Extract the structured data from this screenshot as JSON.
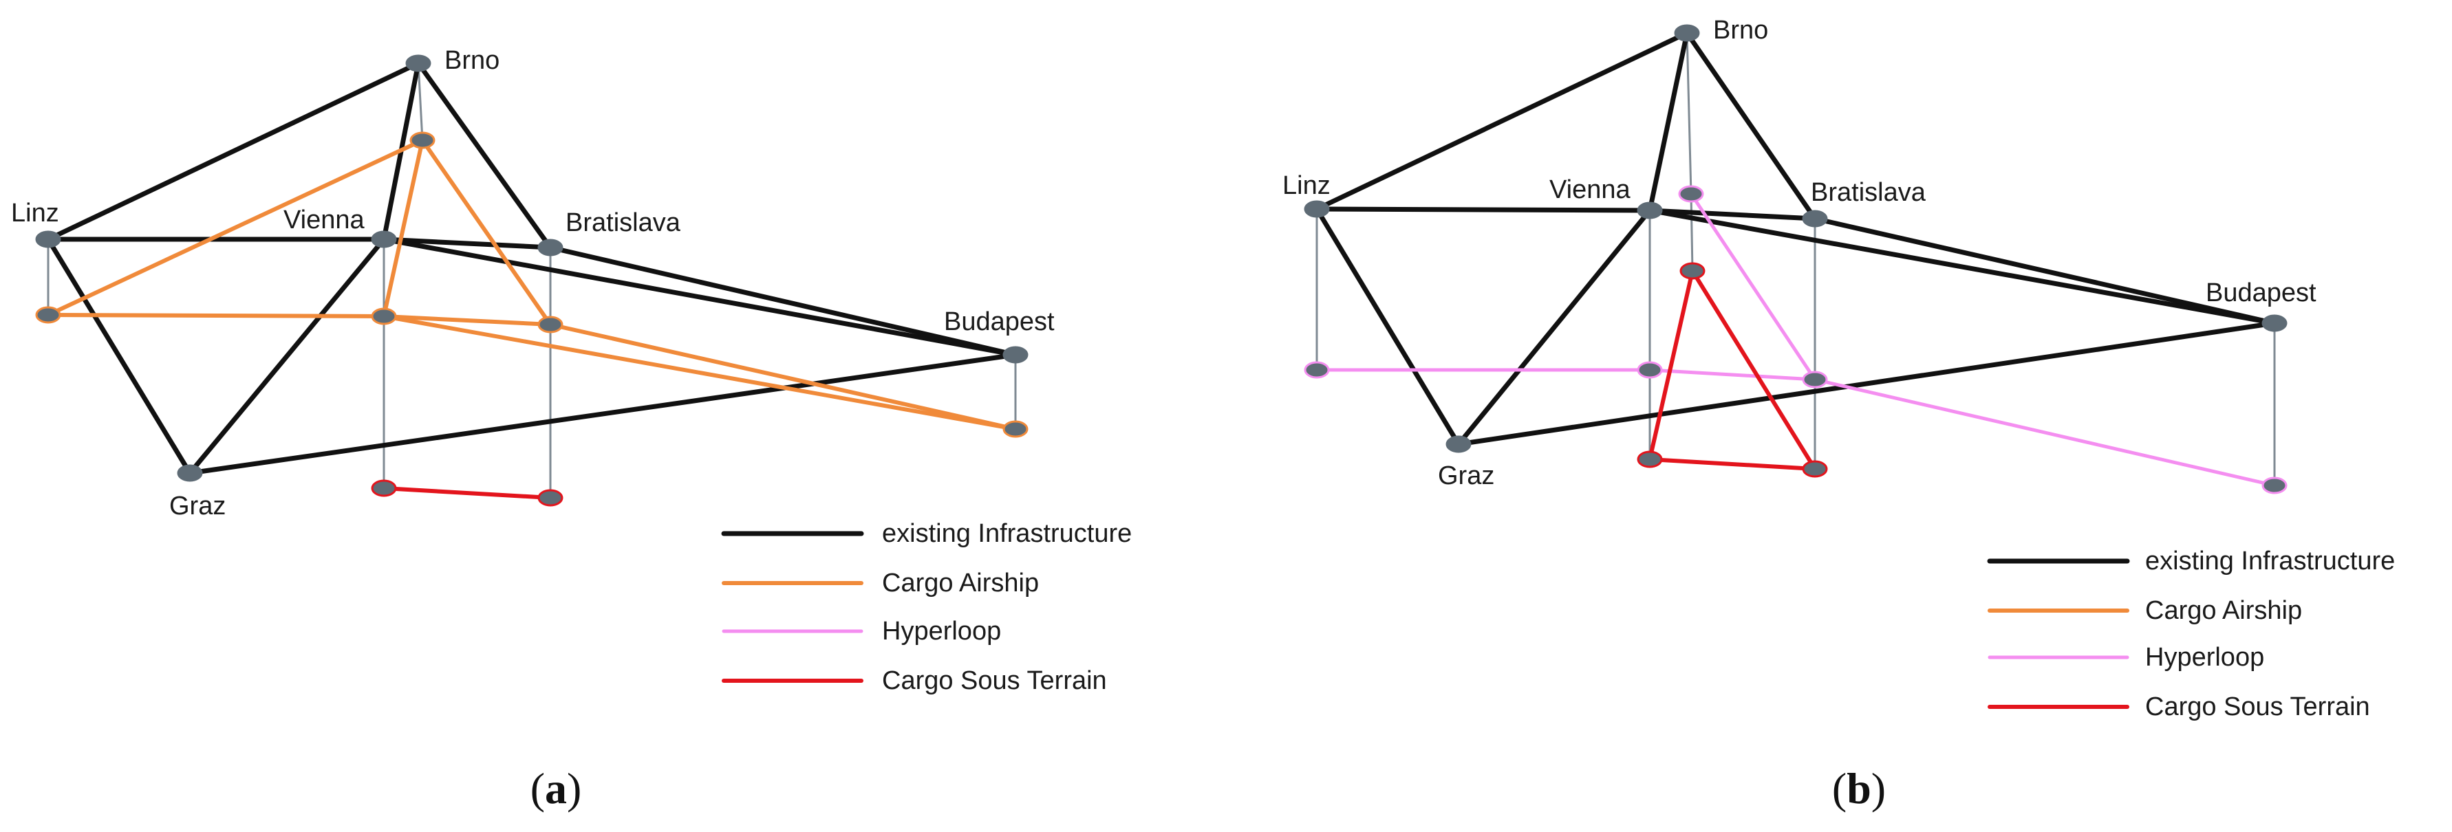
{
  "colors": {
    "existing": "#111111",
    "airship": "#f08a3a",
    "hyperloop": "#f48ef0",
    "cst": "#e3141c",
    "vertical": "#7f8a93",
    "node_fill": "#5e6b75",
    "node_stroke_default": "#5e6b75"
  },
  "legend": [
    {
      "key": "existing",
      "label": "existing Infrastructure"
    },
    {
      "key": "airship",
      "label": "Cargo Airship"
    },
    {
      "key": "hyperloop",
      "label": "Hyperloop"
    },
    {
      "key": "cst",
      "label": "Cargo Sous Terrain"
    }
  ],
  "panels": [
    {
      "id": "a",
      "label_open": "(",
      "label_letter": "a",
      "label_close": ")",
      "cities": [
        "Brno",
        "Linz",
        "Vienna",
        "Bratislava",
        "Budapest",
        "Graz"
      ]
    },
    {
      "id": "b",
      "label_open": "(",
      "label_letter": "b",
      "label_close": ")",
      "cities": [
        "Brno",
        "Linz",
        "Vienna",
        "Bratislava",
        "Budapest",
        "Graz"
      ]
    }
  ]
}
